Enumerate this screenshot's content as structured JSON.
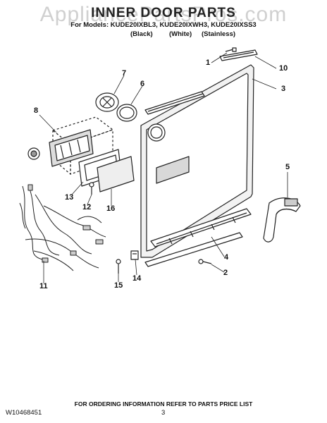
{
  "header": {
    "watermark": "AppliancePartsPros.com",
    "title": "INNER DOOR PARTS",
    "models_line": "For Models: KUDE20IXBL3, KUDE20IXWH3, KUDE20IXSS3",
    "variants": [
      "(Black)",
      "(White)",
      "(Stainless)"
    ]
  },
  "callouts": [
    "1",
    "10",
    "3",
    "7",
    "6",
    "8",
    "5",
    "13",
    "12",
    "16",
    "4",
    "2",
    "11",
    "15",
    "14"
  ],
  "footer": {
    "document_number": "W10468451",
    "page_number": "3",
    "ordering_note": "FOR ORDERING INFORMATION REFER TO PARTS PRICE LIST"
  },
  "colors": {
    "line": "#222222",
    "panel_fill": "#f2f2f2",
    "watermark": "#969696"
  }
}
